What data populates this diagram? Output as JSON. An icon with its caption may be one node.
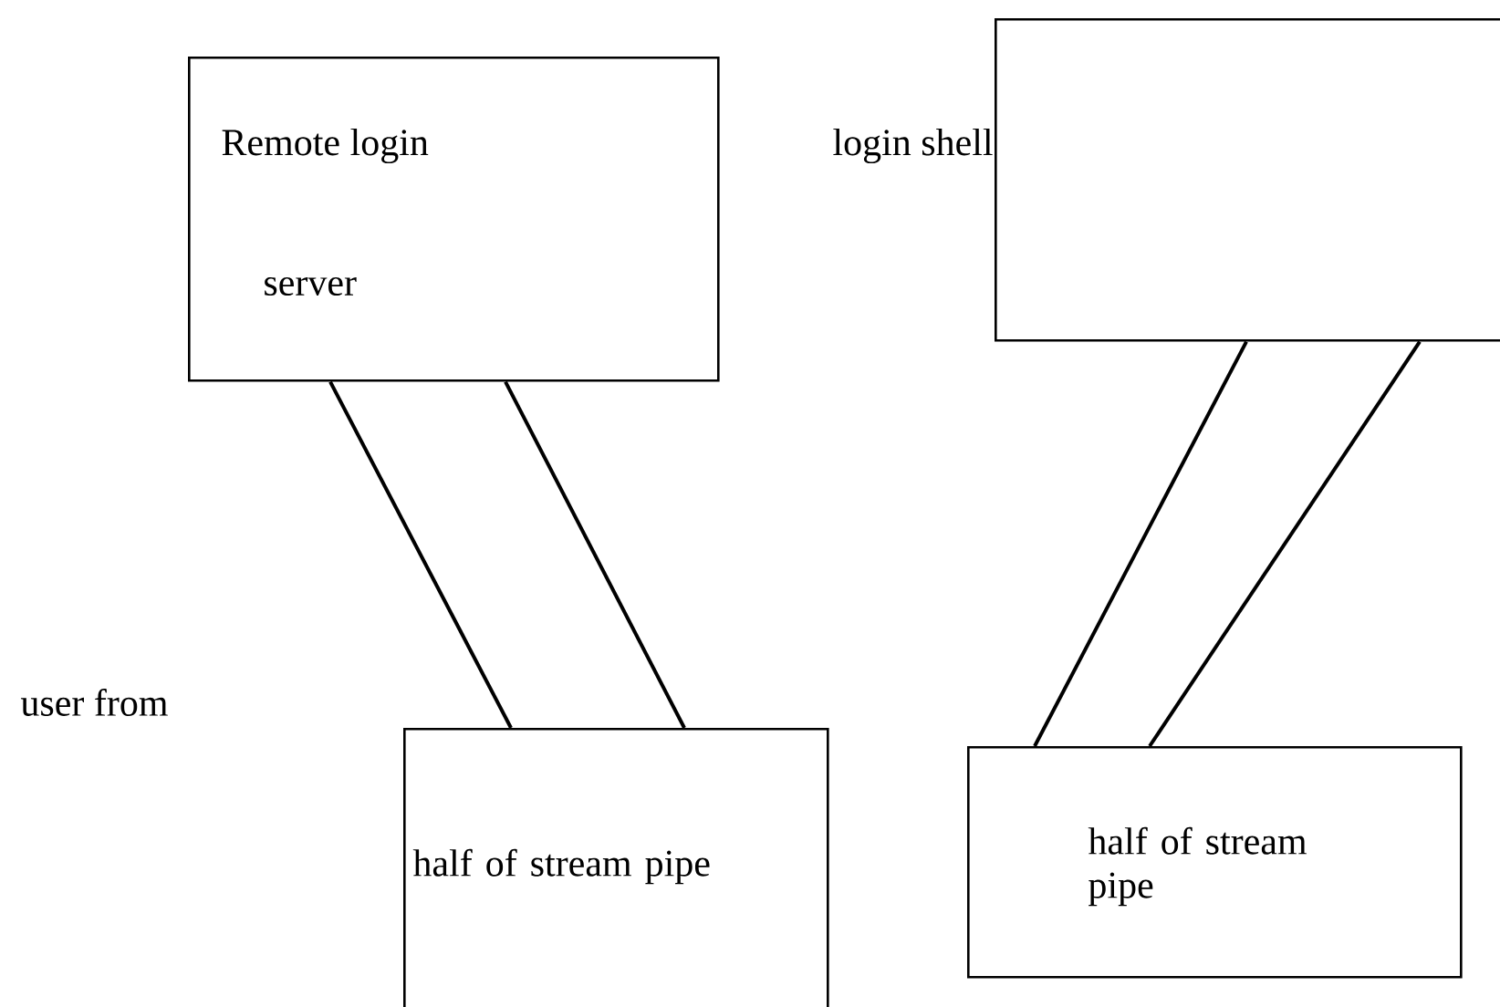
{
  "diagram": {
    "nodes": [
      {
        "text": [
          "Remote login",
          "server"
        ]
      },
      {
        "text": [
          "login shell"
        ]
      },
      {
        "text": [
          "half of stream pipe"
        ]
      },
      {
        "text": [
          "half of stream pipe"
        ]
      }
    ],
    "edges": [
      {
        "from": 0,
        "to": 2,
        "arrow": "none"
      },
      {
        "from": 0,
        "to": 2,
        "arrow": "none"
      },
      {
        "from": 1,
        "to": 3,
        "arrow": "none"
      },
      {
        "from": 1,
        "to": 3,
        "arrow": "none"
      }
    ],
    "labels": [
      "user from"
    ]
  }
}
